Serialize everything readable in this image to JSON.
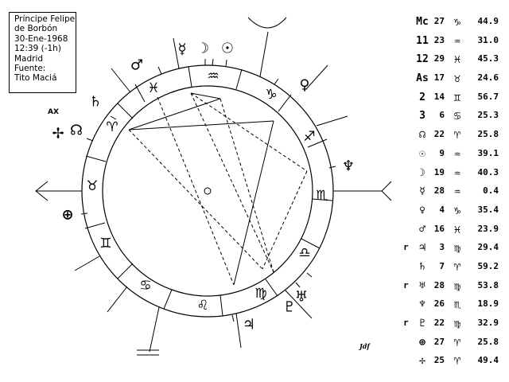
{
  "info_box": {
    "line1": "Príncipe Felipe",
    "line2": "de Borbón",
    "line3": "30-Ene-1968",
    "line4": "12:39 (-1h)",
    "line5": "Madrid",
    "line6": "Fuente:",
    "line7": "Tito Maciá"
  },
  "ax_label": "AX",
  "signature": "Jdf",
  "zodiac_ring": [
    "♈",
    "♉",
    "♊",
    "♋",
    "♌",
    "♍",
    "♎",
    "♏",
    "♐",
    "♑",
    "♒",
    "♓"
  ],
  "outer_glyphs": {
    "mars": "♂",
    "mercury": "☿",
    "moon": "☽",
    "sun": "☉",
    "venus": "♀",
    "saturn": "♄",
    "node": "☊",
    "vertex": "✢",
    "neptune": "♆",
    "fortune": "⊕",
    "uranus": "♅",
    "pluto": "♇",
    "jupiter": "♃",
    "ic": "="
  },
  "positions": [
    {
      "retro": "",
      "body": "Mc",
      "deg": "27",
      "sign": "♑",
      "min": "44.9"
    },
    {
      "retro": "",
      "body": "11",
      "deg": "23",
      "sign": "♒",
      "min": "31.0"
    },
    {
      "retro": "",
      "body": "12",
      "deg": "29",
      "sign": "♓",
      "min": "45.3"
    },
    {
      "retro": "",
      "body": "As",
      "deg": "17",
      "sign": "♉",
      "min": "24.6"
    },
    {
      "retro": "",
      "body": "2",
      "deg": "14",
      "sign": "♊",
      "min": "56.7"
    },
    {
      "retro": "",
      "body": "3",
      "deg": "6",
      "sign": "♋",
      "min": "25.3"
    },
    {
      "retro": "",
      "body": "☊",
      "deg": "22",
      "sign": "♈",
      "min": "25.8"
    },
    {
      "retro": "",
      "body": "☉",
      "deg": "9",
      "sign": "♒",
      "min": "39.1"
    },
    {
      "retro": "",
      "body": "☽",
      "deg": "19",
      "sign": "♒",
      "min": "40.3"
    },
    {
      "retro": "",
      "body": "☿",
      "deg": "28",
      "sign": "♒",
      "min": "0.4"
    },
    {
      "retro": "",
      "body": "♀",
      "deg": "4",
      "sign": "♑",
      "min": "35.4"
    },
    {
      "retro": "",
      "body": "♂",
      "deg": "16",
      "sign": "♓",
      "min": "23.9"
    },
    {
      "retro": "r",
      "body": "♃",
      "deg": "3",
      "sign": "♍",
      "min": "29.4"
    },
    {
      "retro": "",
      "body": "♄",
      "deg": "7",
      "sign": "♈",
      "min": "59.2"
    },
    {
      "retro": "r",
      "body": "♅",
      "deg": "28",
      "sign": "♍",
      "min": "53.8"
    },
    {
      "retro": "",
      "body": "♆",
      "deg": "26",
      "sign": "♏",
      "min": "18.9"
    },
    {
      "retro": "r",
      "body": "♇",
      "deg": "22",
      "sign": "♍",
      "min": "32.9"
    },
    {
      "retro": "",
      "body": "⊕",
      "deg": "27",
      "sign": "♈",
      "min": "25.8"
    },
    {
      "retro": "",
      "body": "✢",
      "deg": "25",
      "sign": "♈",
      "min": "49.4"
    }
  ]
}
